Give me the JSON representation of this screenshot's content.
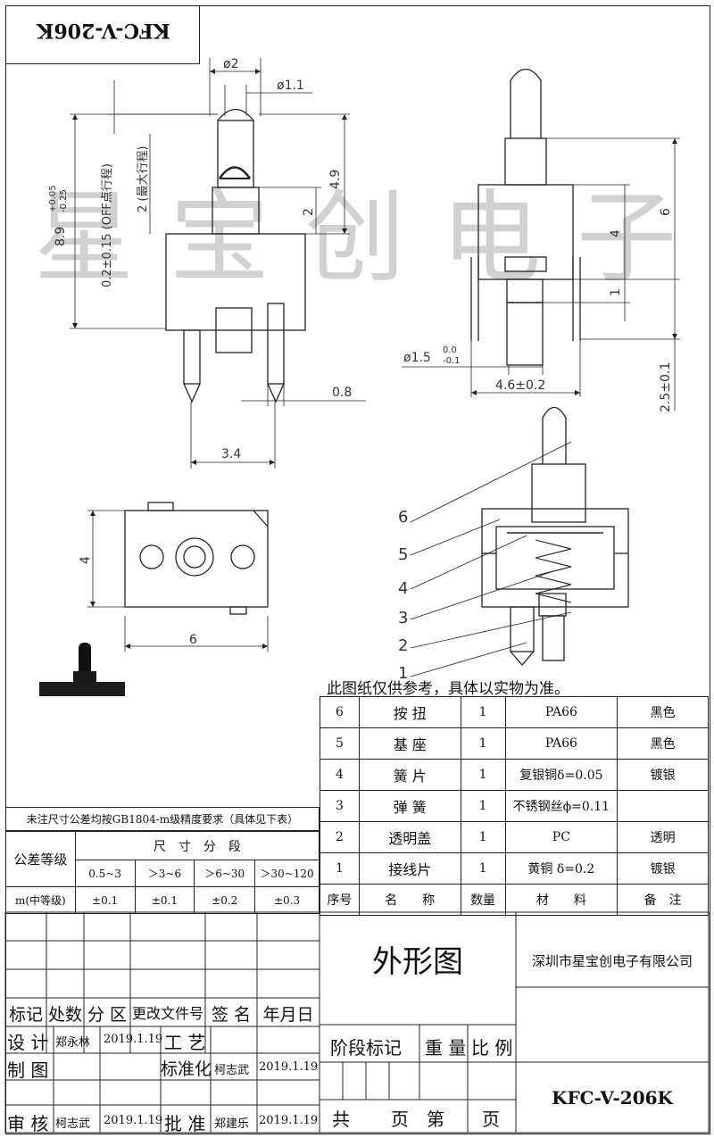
{
  "drawing_code_top": "KFC-V-206K",
  "watermark": "星宝创电子",
  "dims": {
    "d2": "ø2",
    "d1_1": "ø1.1",
    "h8_9": "8.9",
    "h8_9_tol_up": "+0.05",
    "h8_9_tol_dn": "-0.25",
    "h0_2": "0.2±0.15 (OFF点行程)",
    "h2_max": "2 (最大行程)",
    "h4_9": "4.9",
    "h2": "2",
    "w0_8": "0.8",
    "w3_4": "3.4",
    "r_6": "6",
    "r_4": "4",
    "r_1": "1",
    "r_2_5": "2.5±0.1",
    "d1_5": "ø1.5",
    "d1_5_up": "0.0",
    "d1_5_dn": "-0.1",
    "w4_6": "4.6±0.2",
    "b_4": "4",
    "b_6": "6"
  },
  "callouts": [
    "6",
    "5",
    "4",
    "3",
    "2",
    "1"
  ],
  "note_reference": "此图纸仅供参考，具体以实物为准。",
  "parts": [
    {
      "no": "6",
      "name": "按 扭",
      "qty": "1",
      "material": "PA66",
      "remark": "黑色"
    },
    {
      "no": "5",
      "name": "基 座",
      "qty": "1",
      "material": "PA66",
      "remark": "黑色"
    },
    {
      "no": "4",
      "name": "簧 片",
      "qty": "1",
      "material": "复银铜δ=0.05",
      "remark": "镀银"
    },
    {
      "no": "3",
      "name": "弹 簧",
      "qty": "1",
      "material": "不锈钢丝ϕ=0.11",
      "remark": ""
    },
    {
      "no": "2",
      "name": "透明盖",
      "qty": "1",
      "material": "PC",
      "remark": "透明"
    },
    {
      "no": "1",
      "name": "接线片",
      "qty": "1",
      "material": "黄铜 δ=0.2",
      "remark": "镀银"
    }
  ],
  "parts_header": {
    "no": "序号",
    "name": "名　　称",
    "qty": "数量",
    "material": "材　　料",
    "remark": "备　注"
  },
  "tolerance": {
    "title": "未注尺寸公差均按GB1804-m级精度要求（具体见下表）",
    "grade_label": "公差等级",
    "size_label": "尺　寸　分　段",
    "ranges": [
      "0.5~3",
      "＞3~6",
      "＞6~30",
      "＞30~120"
    ],
    "row_label": "m(中等级)",
    "values": [
      "±0.1",
      "±0.1",
      "±0.2",
      "±0.3"
    ]
  },
  "title_block": {
    "drawing_title": "外形图",
    "company": "深圳市星宝创电子有限公司",
    "code": "KFC-V-206K",
    "rev_headers": [
      "标记",
      "处数",
      "分 区",
      "更改文件号",
      "签 名",
      "年月日"
    ],
    "design_label": "设 计",
    "design_name": "郑永林",
    "design_date": "2019.1.19",
    "craft_label": "工 艺",
    "draw_label": "制 图",
    "std_label": "标准化",
    "std_name": "柯志武",
    "std_date": "2019.1.19",
    "review_label": "审 核",
    "review_name": "柯志武",
    "review_date": "2019.1.19",
    "approve_label": "批 准",
    "approve_name": "郑建乐",
    "approve_date": "2019.1.19",
    "stage_label": "阶段标记",
    "weight_label": "重 量",
    "scale_label": "比 例",
    "total_label": "共",
    "page_label": "页",
    "page_no_label": "第",
    "page_label2": "页"
  }
}
